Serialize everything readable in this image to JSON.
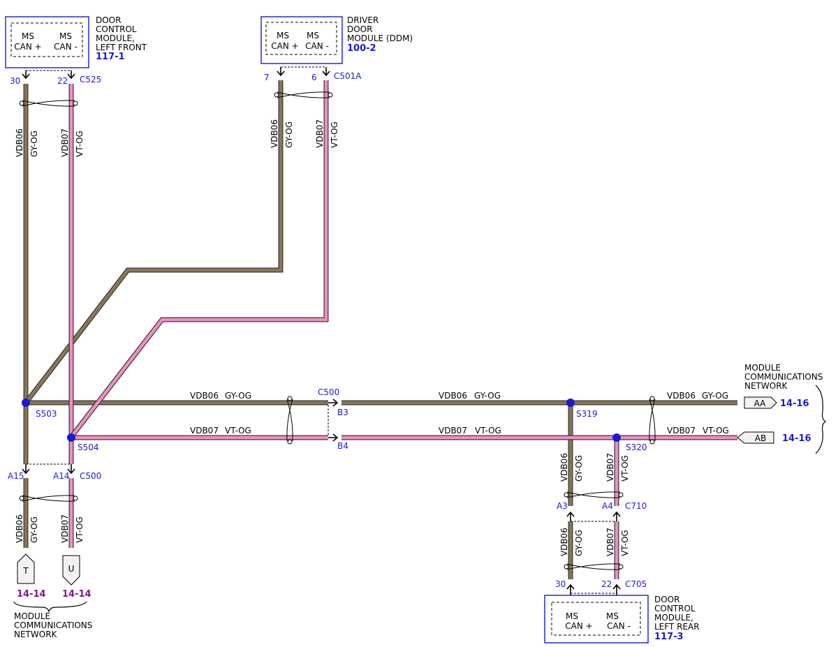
{
  "colors": {
    "gy_og": "#8c7650",
    "vt_og": "#ef8fc2",
    "accent": "#1a1ad6",
    "pageref": "#7a1a8a"
  },
  "modules": {
    "lf": {
      "title_lines": [
        "DOOR",
        "CONTROL",
        "MODULE,",
        "LEFT FRONT"
      ],
      "ref": "117-1",
      "pins": [
        "MS",
        "CAN +",
        "MS",
        "CAN -"
      ]
    },
    "ddm": {
      "title_lines": [
        "DRIVER",
        "DOOR",
        "MODULE (DDM)"
      ],
      "ref": "100-2",
      "pins": [
        "MS",
        "CAN +",
        "MS",
        "CAN -"
      ]
    },
    "lr": {
      "title_lines": [
        "DOOR",
        "CONTROL",
        "MODULE,",
        "LEFT REAR"
      ],
      "ref": "117-3",
      "pins": [
        "MS",
        "CAN +",
        "MS",
        "CAN -"
      ]
    }
  },
  "connectors": {
    "c525": "C525",
    "c501a": "C501A",
    "c500": "C500",
    "c710": "C710",
    "c705": "C705"
  },
  "pins": {
    "p30": "30",
    "p22": "22",
    "p7": "7",
    "p6": "6",
    "a15": "A15",
    "a14": "A14",
    "b3": "B3",
    "b4": "B4",
    "a3": "A3",
    "a4": "A4"
  },
  "splices": {
    "s503": "S503",
    "s504": "S504",
    "s319": "S319",
    "s320": "S320"
  },
  "wires": {
    "vdb06": "VDB06",
    "vdb07": "VDB07",
    "gy_og": "GY-OG",
    "vt_og": "VT-OG"
  },
  "network": {
    "title_lines": [
      "MODULE",
      "COMMUNICATIONS",
      "NETWORK"
    ],
    "bottom_title_lines": [
      "MODULE",
      "COMMUNICATIONS",
      "NETWORK"
    ],
    "aa": "AA",
    "ab": "AB",
    "t": "T",
    "u": "U",
    "ref_aa": "14-16",
    "ref_ab": "14-16",
    "ref_t": "14-14",
    "ref_u": "14-14"
  }
}
